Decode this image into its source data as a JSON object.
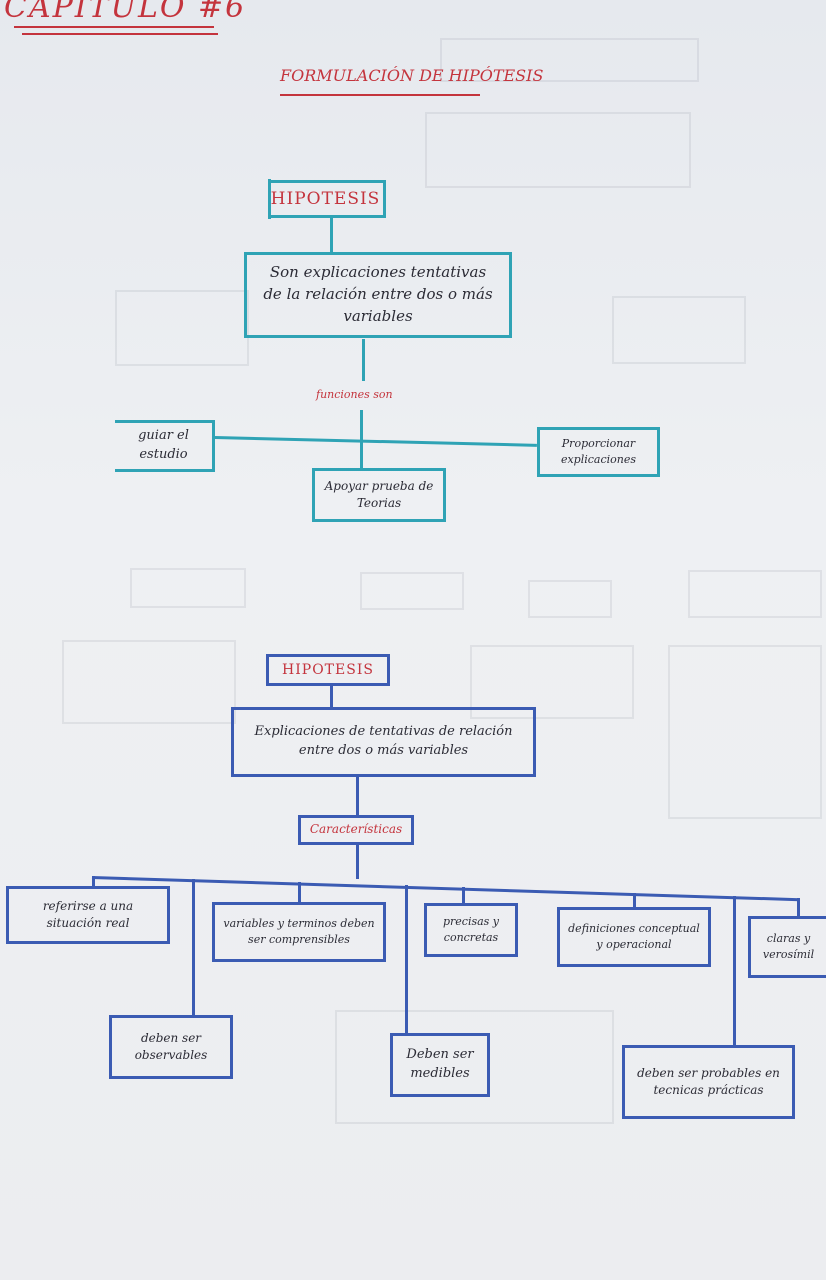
{
  "page": {
    "chapter": "CAPITULO #6",
    "title": "FORMULACIÓN DE HIPÓTESIS"
  },
  "diagram1": {
    "root": "HIPOTESIS",
    "definition": "Son explicaciones tentativas de la relación entre dos o más variables",
    "connector": "funciones son",
    "functions": [
      "guiar el estudio",
      "Apoyar prueba de Teorias",
      "Proporcionar explicaciones"
    ]
  },
  "diagram2": {
    "root": "HIPOTESIS",
    "definition": "Explicaciones de tentativas de relación entre dos o más variables",
    "connector": "Características",
    "characteristics": [
      "referirse a una situación real",
      "deben ser observables",
      "variables y terminos deben ser comprensibles",
      "Deben ser medibles",
      "precisas y concretas",
      "definiciones conceptual y operacional",
      "deben ser probables en tecnicas prácticas",
      "claras y verosímil"
    ]
  },
  "colors": {
    "teal": "#2fa3b5",
    "blue": "#3b5bb3",
    "red": "#c4343d"
  }
}
